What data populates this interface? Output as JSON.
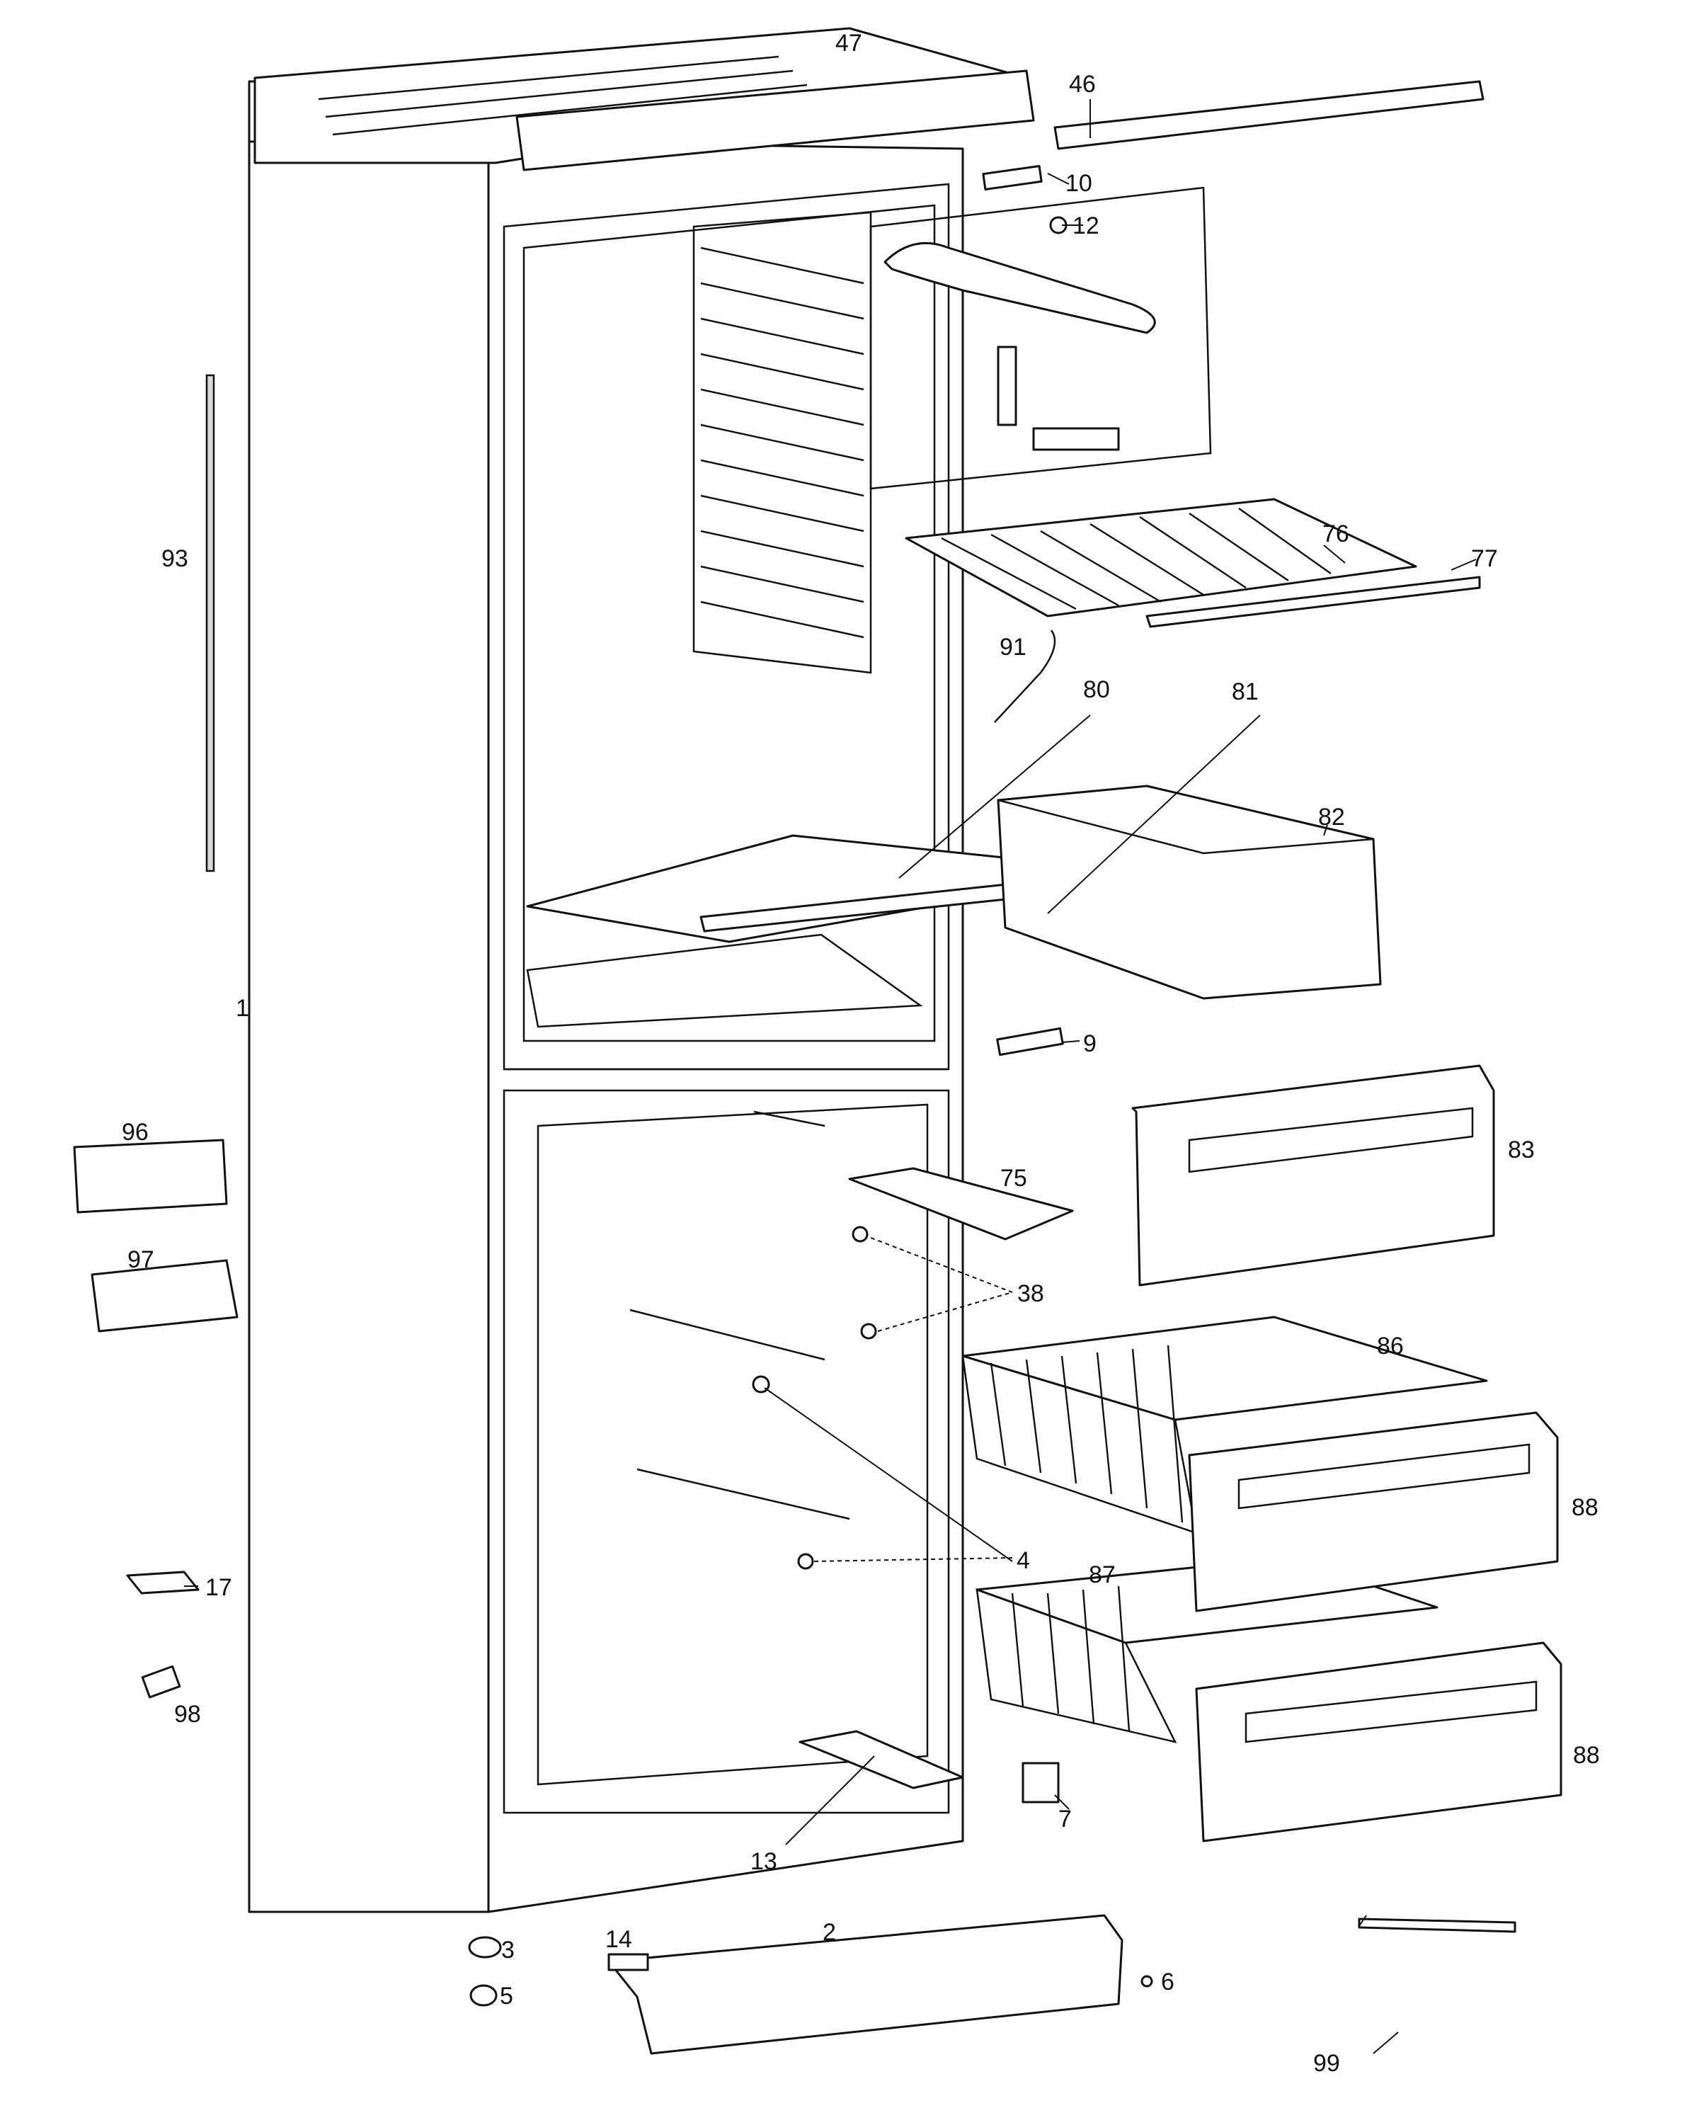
{
  "callouts": {
    "c1": "1",
    "c2": "2",
    "c3": "3",
    "c4": "4",
    "c5": "5",
    "c6": "6",
    "c7": "7",
    "c9": "9",
    "c10": "10",
    "c12": "12",
    "c13": "13",
    "c14": "14",
    "c17": "17",
    "c38": "38",
    "c46": "46",
    "c47": "47",
    "c75": "75",
    "c76": "76",
    "c77": "77",
    "c80": "80",
    "c81": "81",
    "c82": "82",
    "c83": "83",
    "c86": "86",
    "c87": "87",
    "c88a": "88",
    "c88b": "88",
    "c91": "91",
    "c93": "93",
    "c96": "96",
    "c97": "97",
    "c98": "98",
    "c99": "99"
  }
}
